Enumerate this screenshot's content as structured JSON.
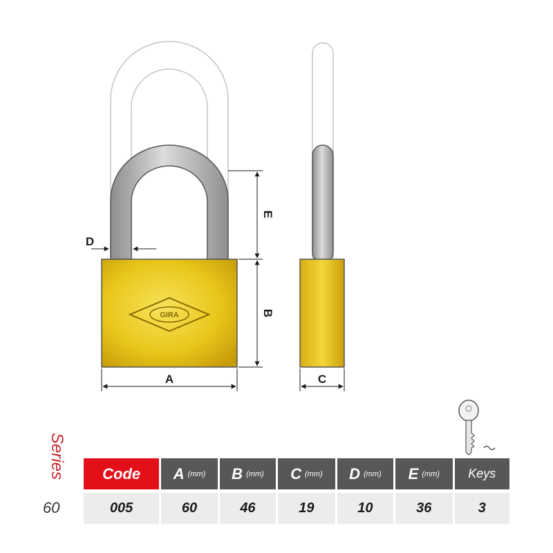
{
  "diagram": {
    "brand": "GIRA",
    "dimension_labels": {
      "A": "A",
      "B": "B",
      "C": "C",
      "D": "D",
      "E": "E"
    },
    "colors": {
      "body": "#e8c61a",
      "shackle": "#b9b9b9",
      "outline": "#444444"
    }
  },
  "series": {
    "label": "Series",
    "number": "60"
  },
  "table": {
    "headers": [
      {
        "label": "Code",
        "unit": ""
      },
      {
        "label": "A",
        "unit": "(mm)"
      },
      {
        "label": "B",
        "unit": "(mm)"
      },
      {
        "label": "C",
        "unit": "(mm)"
      },
      {
        "label": "D",
        "unit": "(mm)"
      },
      {
        "label": "E",
        "unit": "(mm)"
      },
      {
        "label": "Keys",
        "unit": ""
      }
    ],
    "values": [
      "005",
      "60",
      "46",
      "19",
      "10",
      "36",
      "3"
    ]
  },
  "key_icon": "key-icon"
}
